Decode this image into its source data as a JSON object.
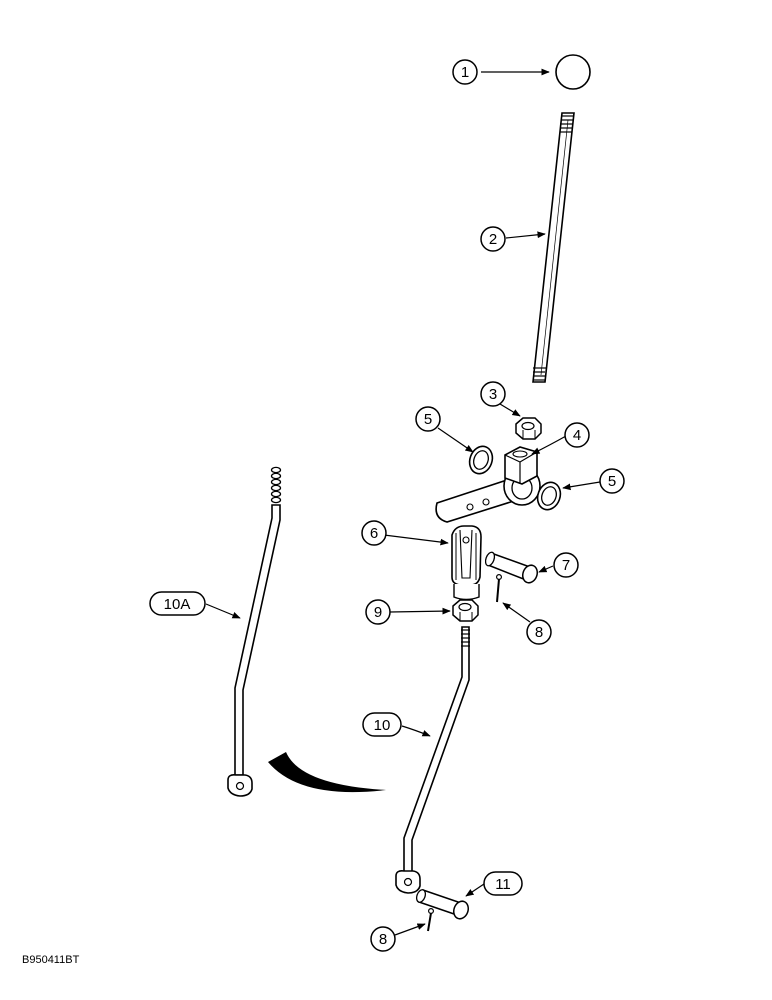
{
  "diagram": {
    "image_code": "B950411BT",
    "callouts": {
      "c1": "1",
      "c2": "2",
      "c3": "3",
      "c4": "4",
      "c5a": "5",
      "c5b": "5",
      "c6": "6",
      "c7": "7",
      "c8a": "8",
      "c8b": "8",
      "c9": "9",
      "c10": "10",
      "c10a": "10A",
      "c11": "11"
    },
    "colors": {
      "ink": "#000000",
      "paper": "#ffffff"
    }
  }
}
